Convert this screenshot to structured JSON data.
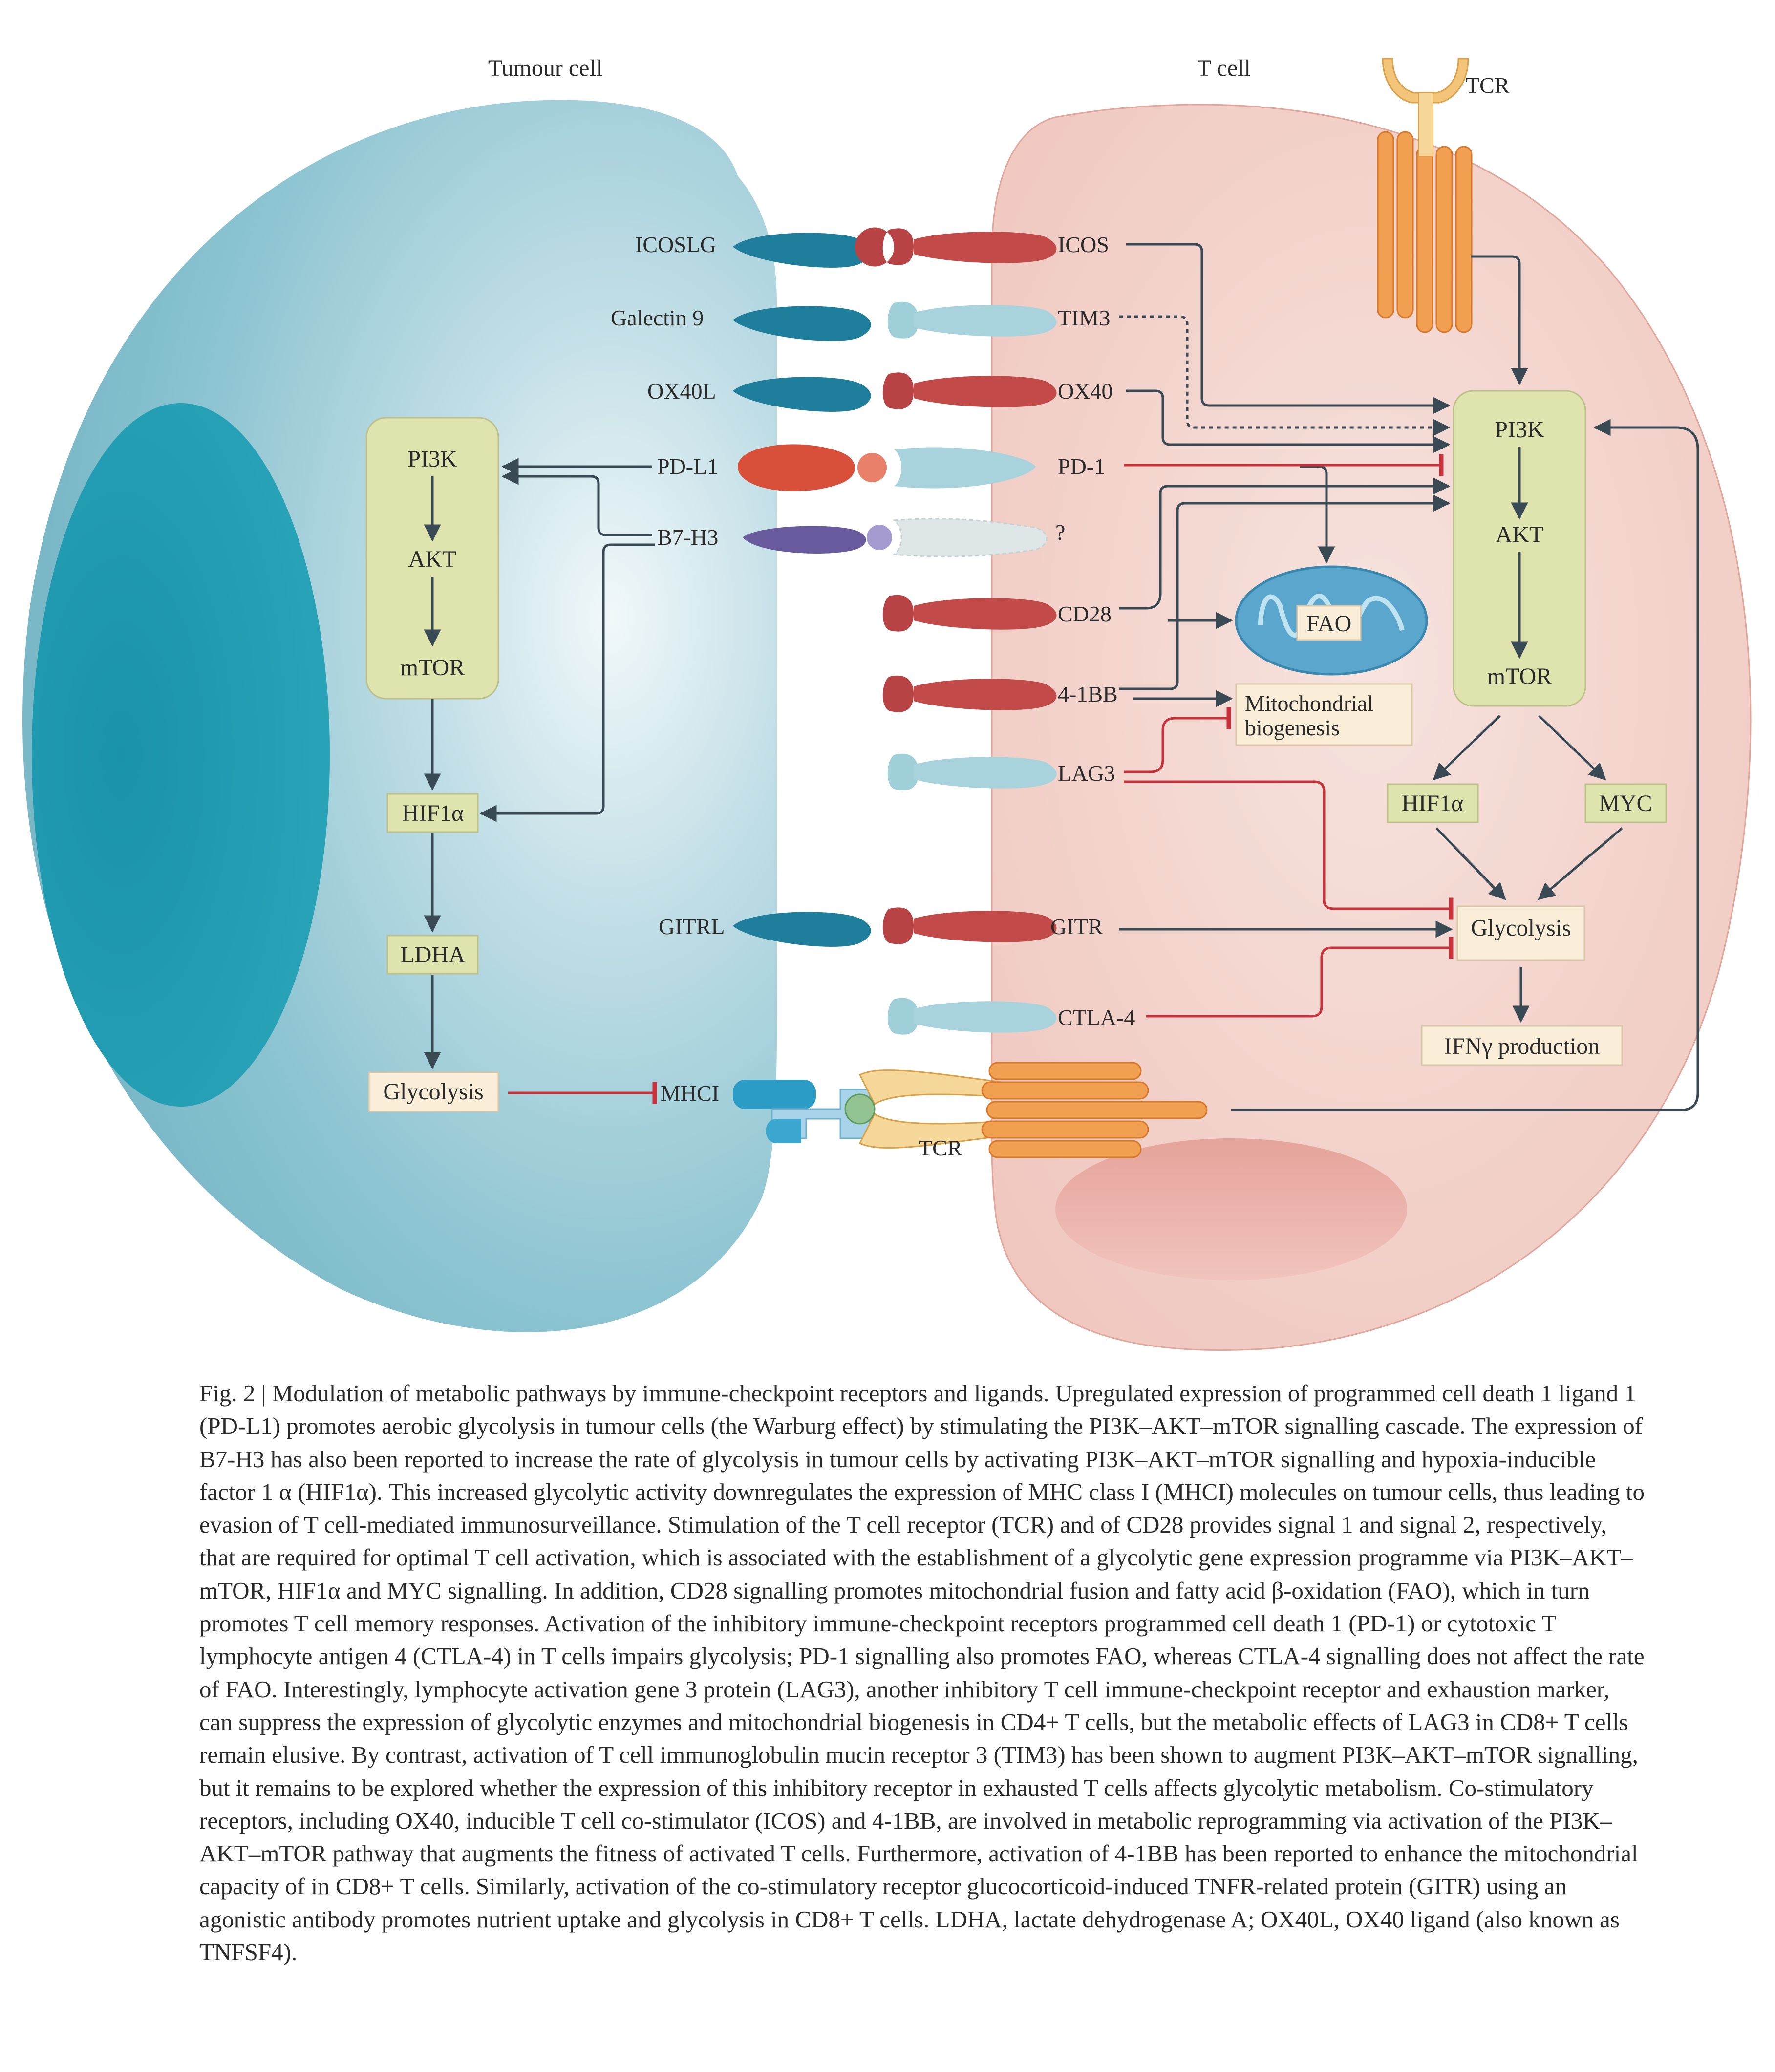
{
  "cells": {
    "tumour": "Tumour cell",
    "tcell": "T cell"
  },
  "tumour_pathway": {
    "pi3k": "PI3K",
    "akt": "AKT",
    "mtor": "mTOR",
    "hif1a": "HIF1α",
    "ldha": "LDHA",
    "glycolysis": "Glycolysis"
  },
  "tcell_pathway": {
    "pi3k": "PI3K",
    "akt": "AKT",
    "mtor": "mTOR",
    "hif1a": "HIF1α",
    "myc": "MYC",
    "glycolysis": "Glycolysis",
    "ifng": "IFNγ production",
    "fao": "FAO",
    "mito": [
      "Mitochondrial",
      "biogenesis"
    ]
  },
  "ligands": [
    "ICOSLG",
    "Galectin 9",
    "OX40L",
    "PD-L1",
    "B7-H3",
    "GITRL",
    "MHCI"
  ],
  "receptors": [
    "ICOS",
    "TIM3",
    "OX40",
    "PD-1",
    "?",
    "CD28",
    "4-1BB",
    "LAG3",
    "GITR",
    "CTLA-4"
  ],
  "tcr_labels": [
    "TCR",
    "TCR"
  ],
  "caption": {
    "figure": "Fig. 2 | Modulation of metabolic pathways by immune-checkpoint receptors and ligands.",
    "body": "Upregulated expression of programmed cell death 1 ligand 1 (PD-L1) promotes aerobic glycolysis in tumour cells (the Warburg effect) by stimulating the PI3K–AKT–mTOR signalling cascade. The expression of B7-H3 has also been reported to increase the rate of glycolysis in tumour cells by activating PI3K–AKT–mTOR signalling and hypoxia-inducible factor 1 α (HIF1α). This increased glycolytic activity downregulates the expression of MHC class I (MHCI) molecules on tumour cells, thus leading to evasion of T cell-mediated immunosurveillance. Stimulation of the T cell receptor (TCR) and of CD28 provides signal 1 and signal 2, respectively, that are required for optimal T cell activation, which is associated with the establishment of a glycolytic gene expression programme via PI3K–AKT–mTOR, HIF1α and MYC signalling. In addition, CD28 signalling promotes mitochondrial fusion and fatty acid β-oxidation (FAO), which in turn promotes T cell memory responses. Activation of the inhibitory immune-checkpoint receptors programmed cell death 1 (PD-1) or cytotoxic T lymphocyte antigen 4 (CTLA-4) in T cells impairs glycolysis; PD-1 signalling also promotes FAO, whereas CTLA-4 signalling does not affect the rate of FAO. Interestingly, lymphocyte activation gene 3 protein (LAG3), another inhibitory T cell immune-checkpoint receptor and exhaustion marker, can suppress the expression of glycolytic enzymes and mitochondrial biogenesis in CD4+ T cells, but the metabolic effects of LAG3 in CD8+ T cells remain elusive. By contrast, activation of T cell immunoglobulin mucin receptor 3 (TIM3) has been shown to augment PI3K–AKT–mTOR signalling, but it remains to be explored whether the expression of this inhibitory receptor in exhausted T cells affects glycolytic metabolism. Co-stimulatory receptors, including OX40, inducible T cell co-stimulator (ICOS) and 4-1BB, are involved in metabolic reprogramming via activation of the PI3K–AKT–mTOR pathway that augments the fitness of activated T cells. Furthermore, activation of 4-1BB has been reported to enhance the mitochondrial capacity of in CD8+ T cells. Similarly, activation of the co-stimulatory receptor glucocorticoid-induced TNFR-related protein (GITR) using an agonistic antibody promotes nutrient uptake and glycolysis in CD8+ T cells. LDHA, lactate dehydrogenase A; OX40L, OX40 ligand (also known as TNFSF4)."
  }
}
